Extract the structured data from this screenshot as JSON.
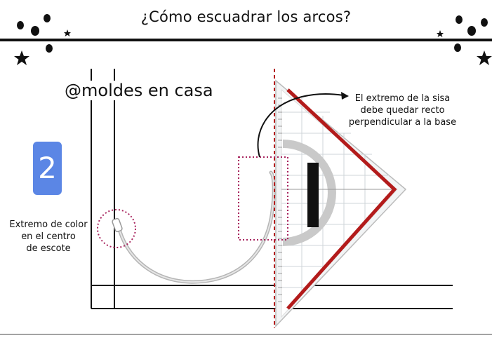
{
  "title": "¿Cómo escuadrar los arcos?",
  "watermark": "@moldes en casa",
  "step": {
    "number": "2",
    "color": "#5b86e5"
  },
  "notes": {
    "left": [
      "Extremo de color",
      "en el centro",
      "de escote"
    ],
    "right": [
      "El extremo de la sisa",
      "debe quedar recto",
      "perpendicular a la base"
    ]
  },
  "colors": {
    "accent_red": "#b31b1b",
    "dotted_magenta": "#a8245e",
    "curve_gray": "#b5b5b5",
    "ink": "#111111"
  },
  "icons": [
    "dot-decoration-icon",
    "star-icon",
    "arrow-icon",
    "set-square-ruler-icon"
  ]
}
